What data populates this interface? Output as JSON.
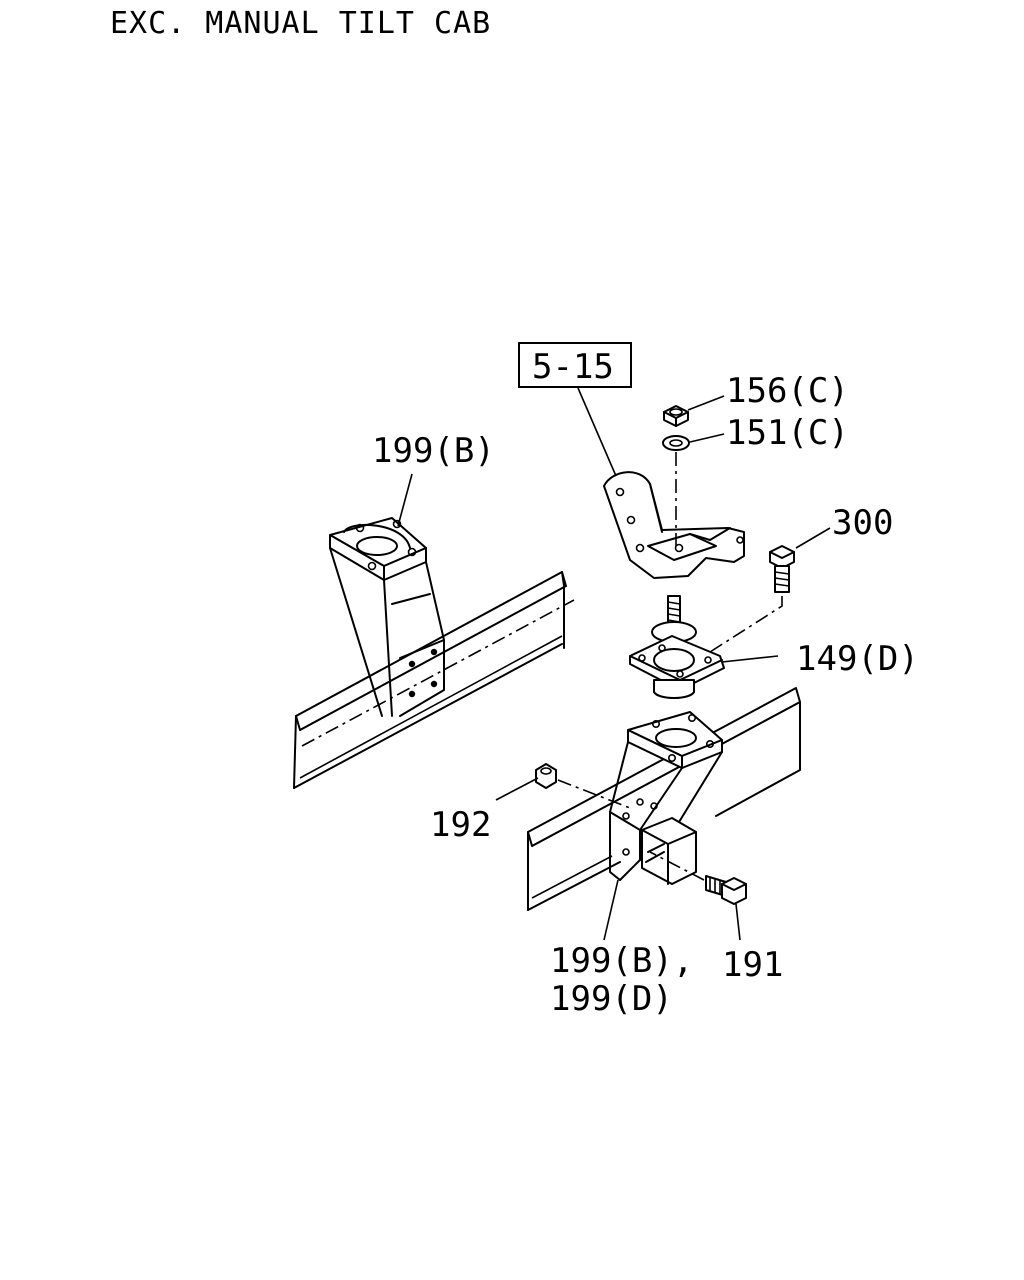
{
  "title": "EXC. MANUAL TILT CAB",
  "reference_box": "5-15",
  "callouts": {
    "p156": "156(C)",
    "p151": "151(C)",
    "p300": "300",
    "p149": "149(D)",
    "p199b_top": "199(B)",
    "p192": "192",
    "p199b_bottom": "199(B),",
    "p199d_bottom": "199(D)",
    "p191": "191"
  }
}
